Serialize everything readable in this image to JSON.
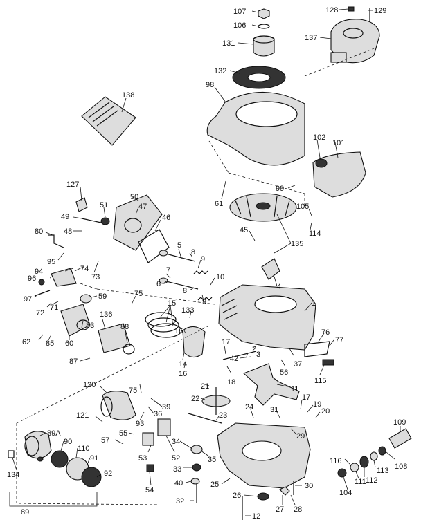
{
  "labels": [
    {
      "id": "107",
      "text": "107"
    },
    {
      "id": "106",
      "text": "106"
    },
    {
      "id": "128",
      "text": "128"
    },
    {
      "id": "129",
      "text": "129"
    },
    {
      "id": "131",
      "text": "131"
    },
    {
      "id": "137",
      "text": "137"
    },
    {
      "id": "132",
      "text": "132"
    },
    {
      "id": "98",
      "text": "98"
    },
    {
      "id": "138",
      "text": "138"
    },
    {
      "id": "102",
      "text": "102"
    },
    {
      "id": "101",
      "text": "101"
    },
    {
      "id": "127",
      "text": "127"
    },
    {
      "id": "50",
      "text": "50"
    },
    {
      "id": "99",
      "text": "99"
    },
    {
      "id": "61",
      "text": "61"
    },
    {
      "id": "49",
      "text": "49"
    },
    {
      "id": "51",
      "text": "51"
    },
    {
      "id": "47",
      "text": "47"
    },
    {
      "id": "48",
      "text": "48"
    },
    {
      "id": "46",
      "text": "46"
    },
    {
      "id": "105",
      "text": "105"
    },
    {
      "id": "80",
      "text": "80"
    },
    {
      "id": "45",
      "text": "45"
    },
    {
      "id": "114",
      "text": "114"
    },
    {
      "id": "135",
      "text": "135"
    },
    {
      "id": "5",
      "text": "5"
    },
    {
      "id": "95",
      "text": "95"
    },
    {
      "id": "8a",
      "text": "8"
    },
    {
      "id": "9a",
      "text": "9"
    },
    {
      "id": "94",
      "text": "94"
    },
    {
      "id": "74",
      "text": "74"
    },
    {
      "id": "96",
      "text": "96"
    },
    {
      "id": "73",
      "text": "73"
    },
    {
      "id": "7",
      "text": "7"
    },
    {
      "id": "6",
      "text": "6"
    },
    {
      "id": "10",
      "text": "10"
    },
    {
      "id": "8b",
      "text": "8"
    },
    {
      "id": "4",
      "text": "4"
    },
    {
      "id": "97",
      "text": "97"
    },
    {
      "id": "75a",
      "text": "75"
    },
    {
      "id": "9b",
      "text": "9"
    },
    {
      "id": "59",
      "text": "59"
    },
    {
      "id": "72",
      "text": "72"
    },
    {
      "id": "71",
      "text": "71"
    },
    {
      "id": "15",
      "text": "15"
    },
    {
      "id": "1",
      "text": "1"
    },
    {
      "id": "133",
      "text": "133"
    },
    {
      "id": "83",
      "text": "83"
    },
    {
      "id": "136",
      "text": "136"
    },
    {
      "id": "88",
      "text": "88"
    },
    {
      "id": "62",
      "text": "62"
    },
    {
      "id": "85",
      "text": "85"
    },
    {
      "id": "60",
      "text": "60"
    },
    {
      "id": "16a",
      "text": "16"
    },
    {
      "id": "76",
      "text": "76"
    },
    {
      "id": "77",
      "text": "77"
    },
    {
      "id": "17a",
      "text": "17"
    },
    {
      "id": "2",
      "text": "2"
    },
    {
      "id": "87",
      "text": "87"
    },
    {
      "id": "42",
      "text": "42"
    },
    {
      "id": "14",
      "text": "14"
    },
    {
      "id": "16b",
      "text": "16"
    },
    {
      "id": "3",
      "text": "3"
    },
    {
      "id": "37",
      "text": "37"
    },
    {
      "id": "56",
      "text": "56"
    },
    {
      "id": "115",
      "text": "115"
    },
    {
      "id": "18",
      "text": "18"
    },
    {
      "id": "11",
      "text": "11"
    },
    {
      "id": "120",
      "text": "120"
    },
    {
      "id": "75b",
      "text": "75"
    },
    {
      "id": "21",
      "text": "21"
    },
    {
      "id": "22",
      "text": "22"
    },
    {
      "id": "17b",
      "text": "17"
    },
    {
      "id": "19",
      "text": "19"
    },
    {
      "id": "39",
      "text": "39"
    },
    {
      "id": "24",
      "text": "24"
    },
    {
      "id": "20",
      "text": "20"
    },
    {
      "id": "31",
      "text": "31"
    },
    {
      "id": "121",
      "text": "121"
    },
    {
      "id": "36",
      "text": "36"
    },
    {
      "id": "93",
      "text": "93"
    },
    {
      "id": "23",
      "text": "23"
    },
    {
      "id": "109",
      "text": "109"
    },
    {
      "id": "89A",
      "text": "89A"
    },
    {
      "id": "29",
      "text": "29"
    },
    {
      "id": "55",
      "text": "55"
    },
    {
      "id": "90",
      "text": "90"
    },
    {
      "id": "57",
      "text": "57"
    },
    {
      "id": "34",
      "text": "34"
    },
    {
      "id": "110",
      "text": "110"
    },
    {
      "id": "53",
      "text": "53"
    },
    {
      "id": "52",
      "text": "52"
    },
    {
      "id": "35",
      "text": "35"
    },
    {
      "id": "116",
      "text": "116"
    },
    {
      "id": "108",
      "text": "108"
    },
    {
      "id": "91",
      "text": "91"
    },
    {
      "id": "113",
      "text": "113"
    },
    {
      "id": "33",
      "text": "33"
    },
    {
      "id": "134",
      "text": "134"
    },
    {
      "id": "112",
      "text": "112"
    },
    {
      "id": "92",
      "text": "92"
    },
    {
      "id": "111",
      "text": "111"
    },
    {
      "id": "40",
      "text": "40"
    },
    {
      "id": "54",
      "text": "54"
    },
    {
      "id": "30",
      "text": "30"
    },
    {
      "id": "104",
      "text": "104"
    },
    {
      "id": "25",
      "text": "25"
    },
    {
      "id": "26",
      "text": "26"
    },
    {
      "id": "32",
      "text": "32"
    },
    {
      "id": "89",
      "text": "89"
    },
    {
      "id": "27",
      "text": "27"
    },
    {
      "id": "28",
      "text": "28"
    },
    {
      "id": "12",
      "text": "12"
    }
  ]
}
